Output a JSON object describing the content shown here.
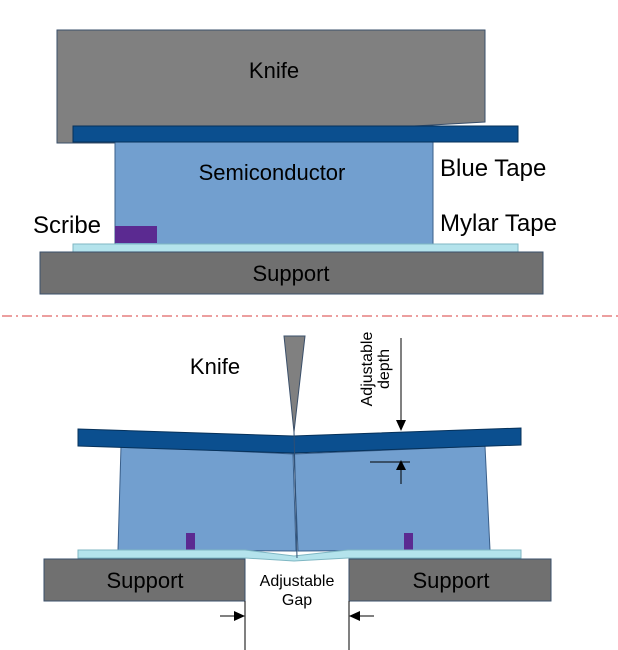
{
  "top_view": {
    "knife_label": "Knife",
    "semiconductor_label": "Semiconductor",
    "blue_tape_label": "Blue Tape",
    "mylar_tape_label": "Mylar Tape",
    "scribe_label": "Scribe",
    "support_label": "Support"
  },
  "bottom_view": {
    "knife_label": "Knife",
    "adjustable_depth_line1": "Adjustable",
    "adjustable_depth_line2": "depth",
    "support_left_label": "Support",
    "support_right_label": "Support",
    "adjustable_gap_line1": "Adjustable",
    "adjustable_gap_line2": "Gap"
  },
  "colors": {
    "knife": "#808080",
    "support": "#707070",
    "blue_tape": "#0b4f8f",
    "semiconductor": "#729fcf",
    "mylar_tape": "#b4e3ec",
    "scribe": "#5b2a91",
    "divider": "#e06666"
  }
}
